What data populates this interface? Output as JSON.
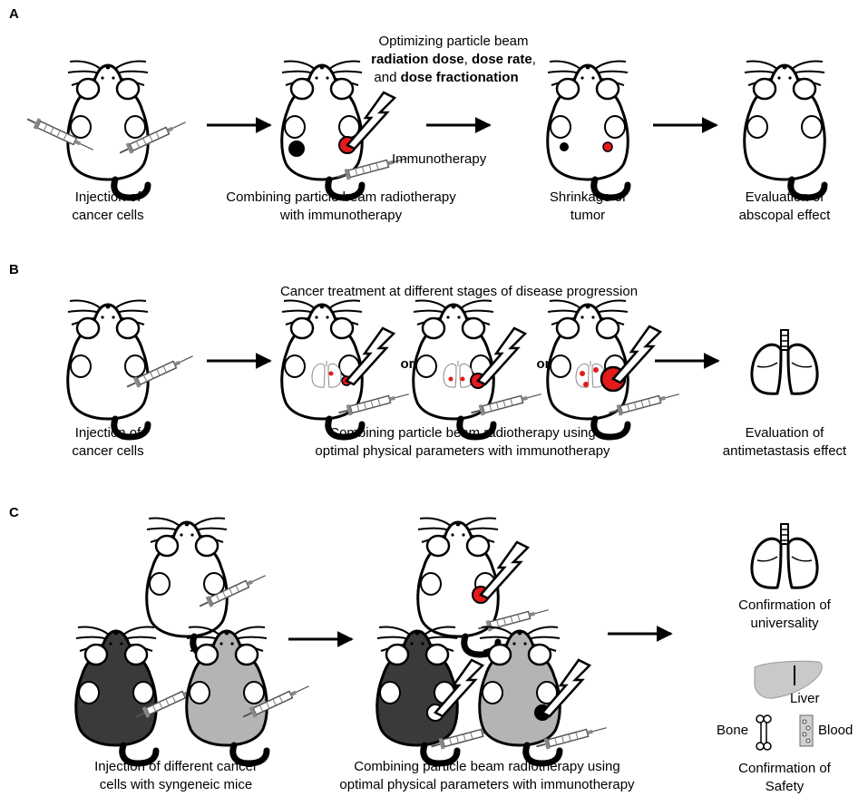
{
  "panels": {
    "a": {
      "letter": "A",
      "optimizing": {
        "line1": "Optimizing particle beam",
        "line2_b1": "radiation dose",
        "line2_sep": ", ",
        "line2_b2": "dose rate",
        "line2_end": ",",
        "line3_pre": "and ",
        "line3_b": "dose fractionation"
      },
      "immunotherapy_label": "Immunotherapy",
      "captions": [
        [
          "Injection of",
          "cancer cells"
        ],
        [
          "Combining particle beam radiotherapy",
          "with immunotherapy"
        ],
        [
          "Shrinkage of",
          "tumor"
        ],
        [
          "Evaluation of",
          "abscopal effect"
        ]
      ]
    },
    "b": {
      "letter": "B",
      "title": "Cancer treatment at different stages of disease progression",
      "or_word": "or",
      "captions": [
        [
          "Injection of",
          "cancer cells"
        ],
        [
          "Combining particle beam radiotherapy using",
          "optimal physical parameters with immunotherapy"
        ],
        [
          "Evaluation of",
          "antimetastasis effect"
        ]
      ]
    },
    "c": {
      "letter": "C",
      "captions": [
        [
          "Injection of different cancer",
          "cells with syngeneic mice"
        ],
        [
          "Combining particle beam radiotherapy using",
          "optimal physical parameters with immunotherapy"
        ],
        [
          "Confirmation of",
          "universality"
        ],
        [
          "Confirmation of",
          "Safety"
        ]
      ],
      "organs": {
        "liver": "Liver",
        "bone": "Bone",
        "blood": "Blood"
      }
    }
  },
  "colors": {
    "tumor_red": "#e41a1c",
    "dark_mouse": "#3a3a3a",
    "gray_mouse": "#b4b4b4",
    "liver": "#c9c9c9"
  },
  "icons": [
    "mouse-icon",
    "syringe-icon",
    "lightning-bolt-icon",
    "lungs-icon",
    "liver-icon",
    "bone-icon",
    "blood-vessel-icon",
    "arrow-icon"
  ]
}
